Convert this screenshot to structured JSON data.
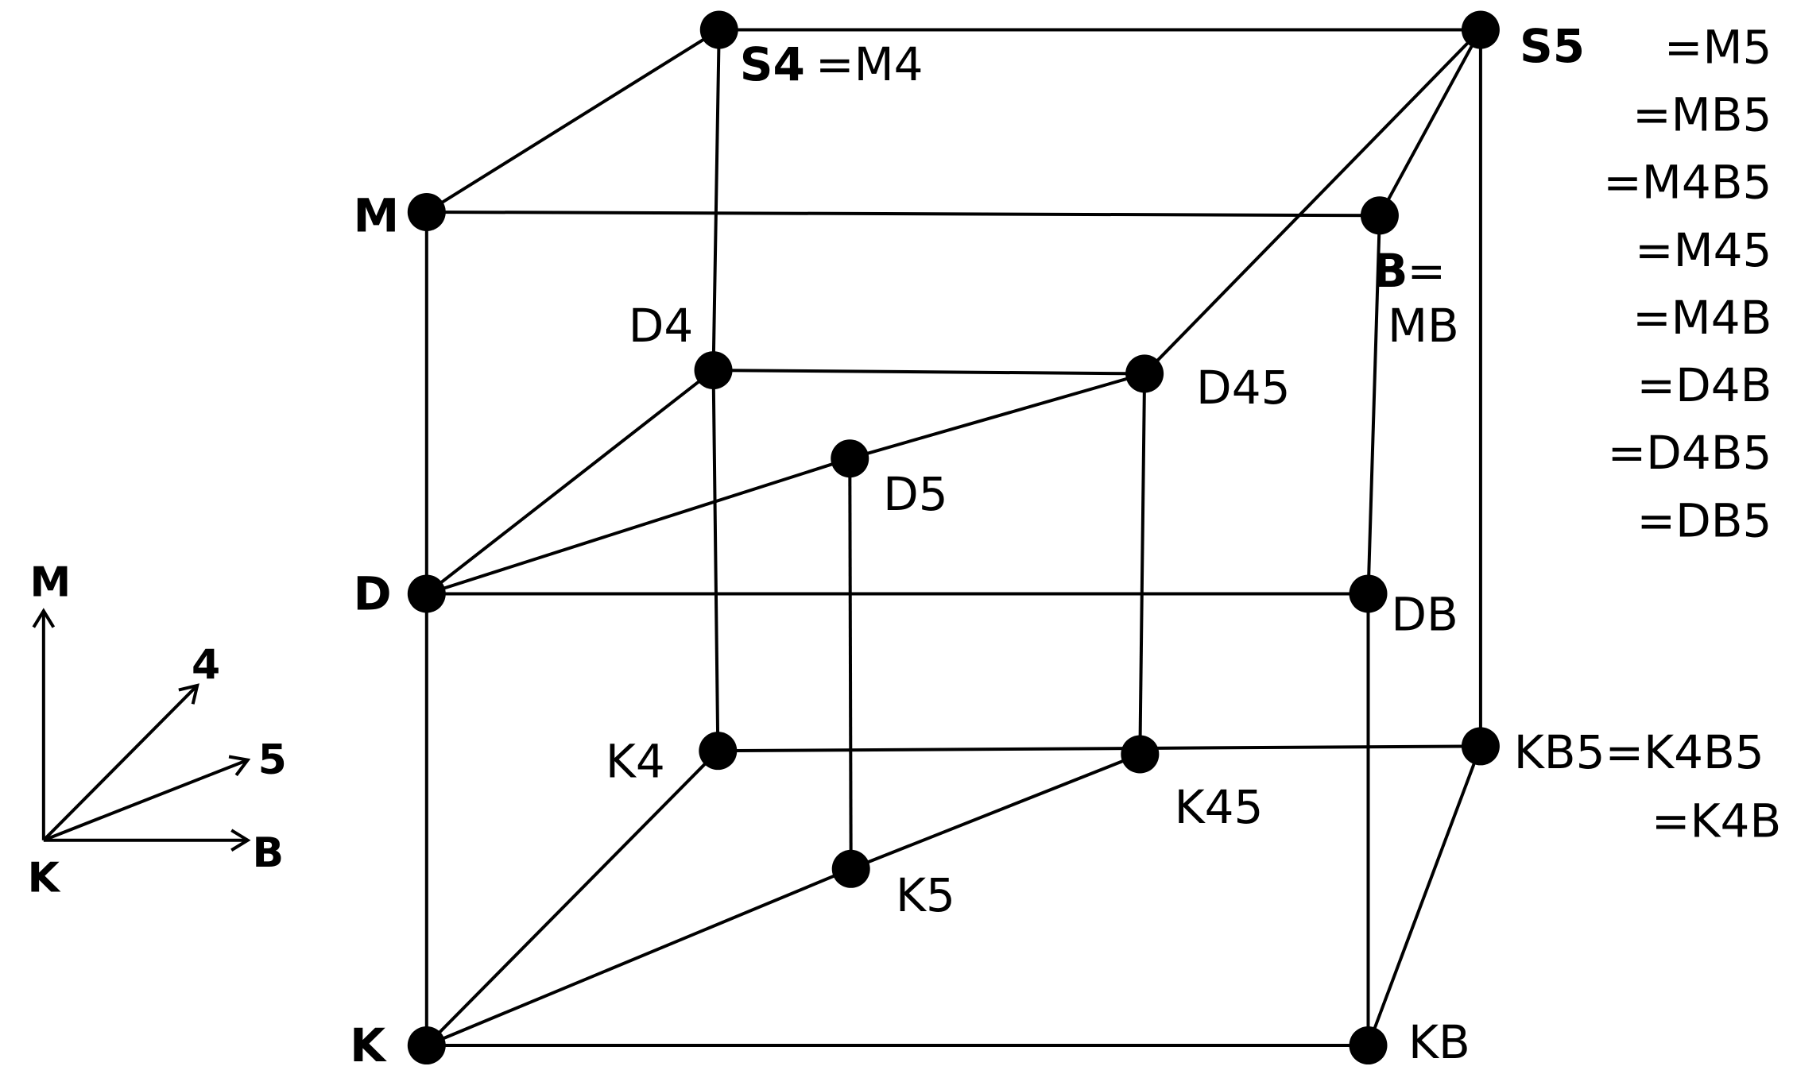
{
  "nodes": {
    "S4": {
      "labels": [
        {
          "text": "S4",
          "bold": true
        },
        {
          "text": "=M4",
          "bold": false
        }
      ]
    },
    "S5": {
      "labels": [
        {
          "text": "S5",
          "bold": true
        }
      ]
    },
    "M": {
      "labels": [
        {
          "text": "M",
          "bold": true
        }
      ]
    },
    "B": {
      "labels": [
        {
          "text": "B",
          "bold": true
        },
        {
          "text": "=",
          "bold": false
        },
        {
          "text": "MB",
          "bold": false
        }
      ]
    },
    "D4": {
      "labels": [
        {
          "text": "D4",
          "bold": false
        }
      ]
    },
    "D45": {
      "labels": [
        {
          "text": "D45",
          "bold": false
        }
      ]
    },
    "D5": {
      "labels": [
        {
          "text": "D5",
          "bold": false
        }
      ]
    },
    "D": {
      "labels": [
        {
          "text": "D",
          "bold": true
        }
      ]
    },
    "DB": {
      "labels": [
        {
          "text": "DB",
          "bold": false
        }
      ]
    },
    "K4": {
      "labels": [
        {
          "text": "K4",
          "bold": false
        }
      ]
    },
    "K45": {
      "labels": [
        {
          "text": "K45",
          "bold": false
        }
      ]
    },
    "KB5": {
      "labels": [
        {
          "text": "KB5=K4B5",
          "bold": false
        },
        {
          "text": "=K4B",
          "bold": false
        }
      ]
    },
    "K5": {
      "labels": [
        {
          "text": "K5",
          "bold": false
        }
      ]
    },
    "K": {
      "labels": [
        {
          "text": "K",
          "bold": true
        }
      ]
    },
    "KB": {
      "labels": [
        {
          "text": "KB",
          "bold": false
        }
      ]
    }
  },
  "s5_equivalents": [
    "=M5",
    "=MB5",
    "=M4B5",
    "=M45",
    "=M4B",
    "=D4B",
    "=D4B5",
    "=DB5"
  ],
  "edges": [
    [
      "S4",
      "S5"
    ],
    [
      "S4",
      "M"
    ],
    [
      "S4",
      "D4"
    ],
    [
      "S5",
      "B"
    ],
    [
      "S5",
      "D45"
    ],
    [
      "S5",
      "KB5"
    ],
    [
      "M",
      "B"
    ],
    [
      "M",
      "D"
    ],
    [
      "B",
      "DB"
    ],
    [
      "D4",
      "D45"
    ],
    [
      "D4",
      "D"
    ],
    [
      "D4",
      "K4"
    ],
    [
      "D45",
      "K45"
    ],
    [
      "D5",
      "D"
    ],
    [
      "D5",
      "D45"
    ],
    [
      "D5",
      "K5"
    ],
    [
      "D",
      "DB"
    ],
    [
      "D",
      "K"
    ],
    [
      "DB",
      "KB"
    ],
    [
      "K4",
      "KB5"
    ],
    [
      "K4",
      "K"
    ],
    [
      "K5",
      "K45"
    ],
    [
      "K5",
      "K"
    ],
    [
      "KB5",
      "KB"
    ],
    [
      "K",
      "KB"
    ]
  ],
  "axes": {
    "origin": "K",
    "arrows": [
      "M",
      "4",
      "5",
      "B"
    ]
  }
}
